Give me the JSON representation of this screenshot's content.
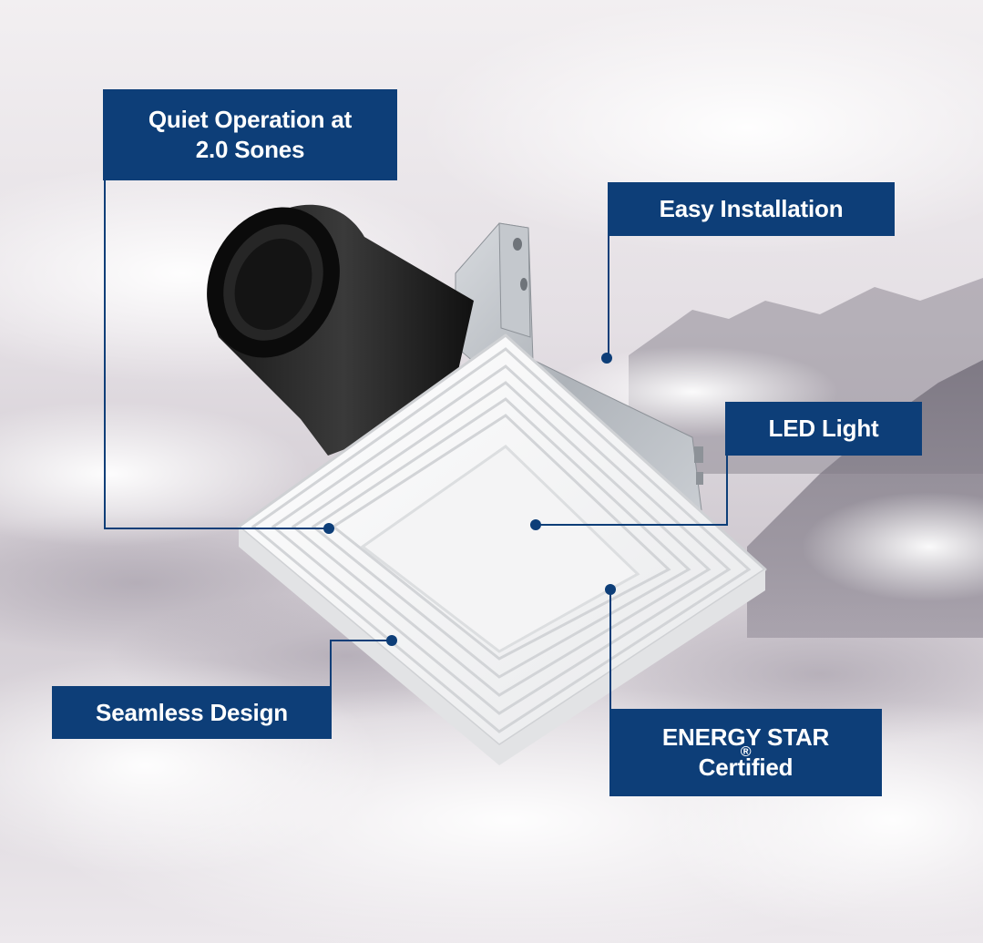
{
  "callouts": {
    "quiet": {
      "line1": "Quiet Operation at",
      "line2": "2.0 Sones"
    },
    "install": {
      "label": "Easy Installation"
    },
    "led": {
      "label": "LED Light"
    },
    "seamless": {
      "label": "Seamless Design"
    },
    "energy": {
      "line1": "ENERGY STAR",
      "reg_mark": "®",
      "line2": "Certified"
    }
  },
  "colors": {
    "label_background": "#0d3e78",
    "label_text": "#ffffff",
    "connector_line": "#0d3e78"
  }
}
